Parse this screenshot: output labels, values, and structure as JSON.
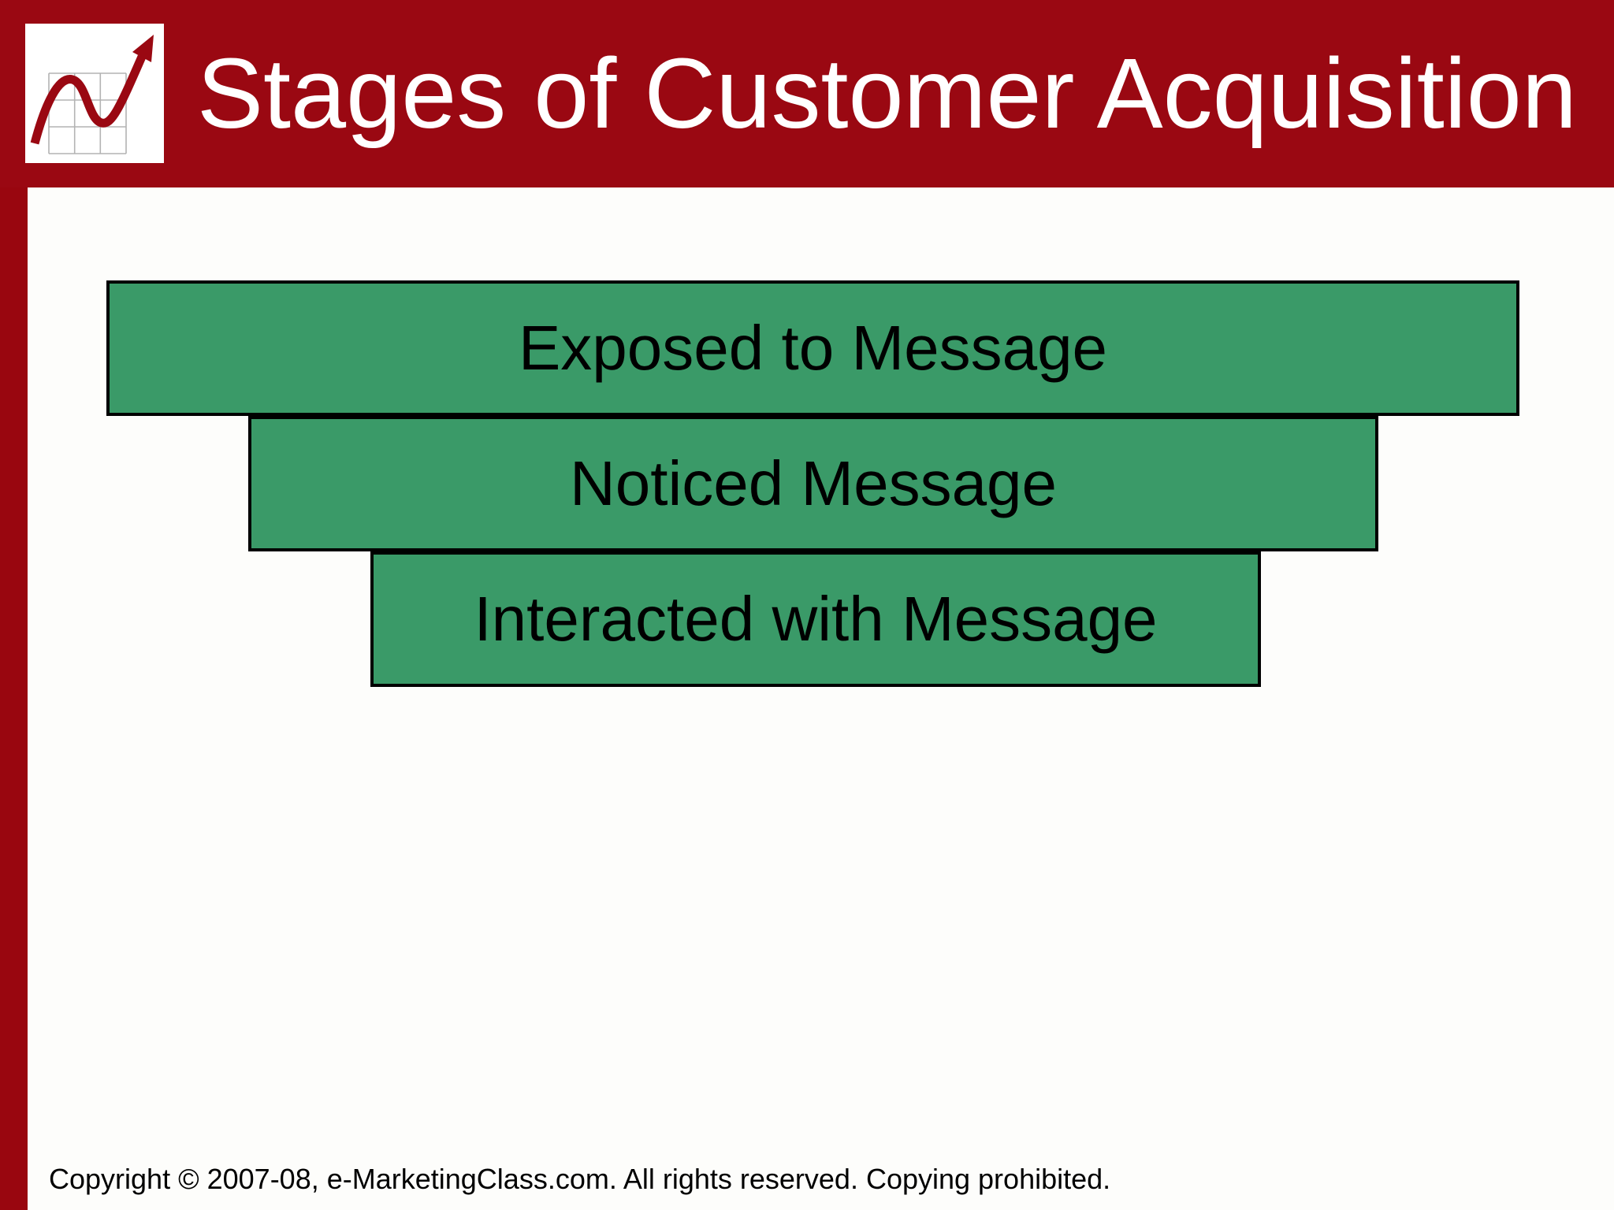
{
  "slide": {
    "title": "Stages of Customer Acquisition",
    "footer": "Copyright © 2007-08, e-MarketingClass.com. All rights reserved. Copying prohibited."
  },
  "logo": {
    "icon": "trend-chart-icon"
  },
  "funnel": {
    "stages": [
      {
        "label": "Exposed to Message"
      },
      {
        "label": "Noticed Message"
      },
      {
        "label": "Interacted with Message"
      }
    ]
  },
  "colors": {
    "accent_red": "#9a0812",
    "left_strip_red": "#99060f",
    "stage_green": "#3a9a68",
    "stage_border": "#000000",
    "title_text": "#ffffff",
    "body_background": "#fdfdfb"
  }
}
